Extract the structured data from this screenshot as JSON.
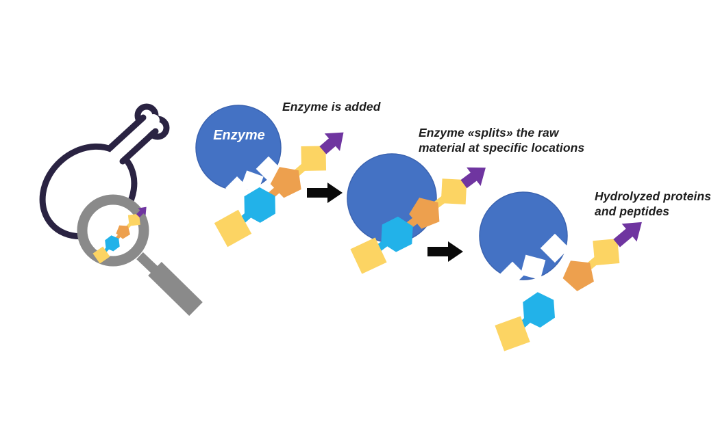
{
  "figure": {
    "stages": [
      {
        "caption": "Enzyme is added",
        "circle_label": "Enzyme"
      },
      {
        "caption": "Enzyme «splits» the raw material at specific locations"
      },
      {
        "caption": "Hydrolyzed proteins and peptides"
      }
    ],
    "icons": {
      "source": "chicken-drumstick-outline",
      "lens": "magnifying-glass",
      "molecule": "protein-chain (yellow squares, cyan hexagon, orange pentagon, purple arrow)",
      "flow": "black-right-arrow"
    },
    "colors": {
      "enzyme_blue": "#4472c4",
      "enzyme_blue_edge": "#3b63b0",
      "hexagon_cyan": "#22b2e9",
      "pentagon_orange": "#eda04e",
      "square_yellow": "#fcd463",
      "arrow_purple": "#6f35a0",
      "flow_arrow_black": "#0a0a0a",
      "magnifier_gray": "#8a8a8a",
      "drumstick_outline": "#2a2342",
      "caption_text": "#1d1d1d",
      "background": "#ffffff"
    }
  }
}
